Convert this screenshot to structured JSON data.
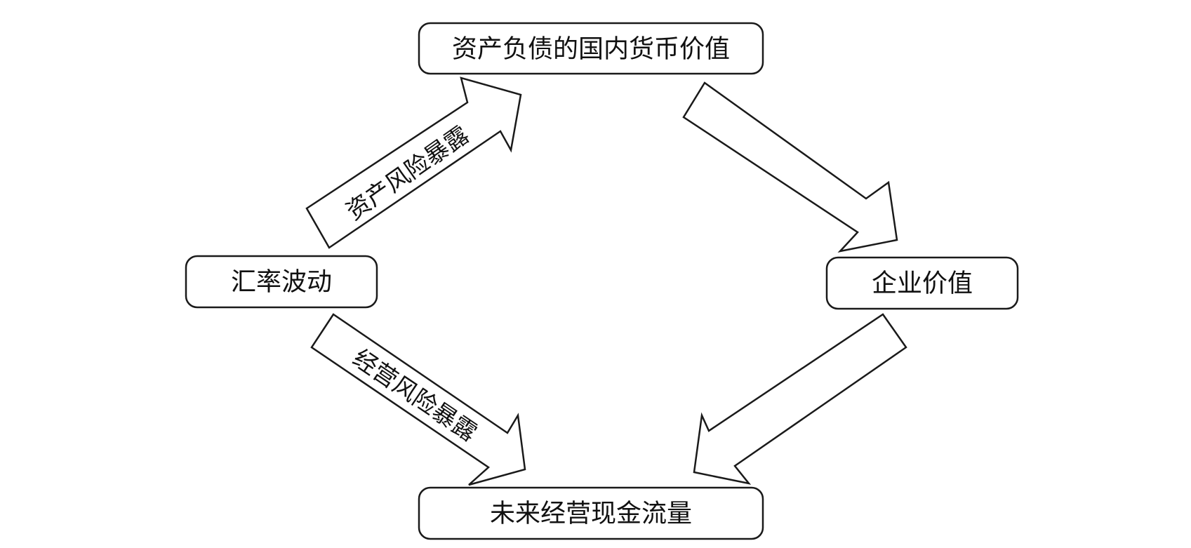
{
  "nodes": {
    "domestic_value": {
      "label": "资产负债的国内货币价值"
    },
    "exchange_rate": {
      "label": "汇率波动"
    },
    "enterprise_value": {
      "label": "企业价值"
    },
    "future_cashflow": {
      "label": "未来经营现金流量"
    }
  },
  "edges": {
    "asset_exposure": {
      "label": "资产风险暴露"
    },
    "operating_exposure": {
      "label": "经营风险暴露"
    }
  }
}
